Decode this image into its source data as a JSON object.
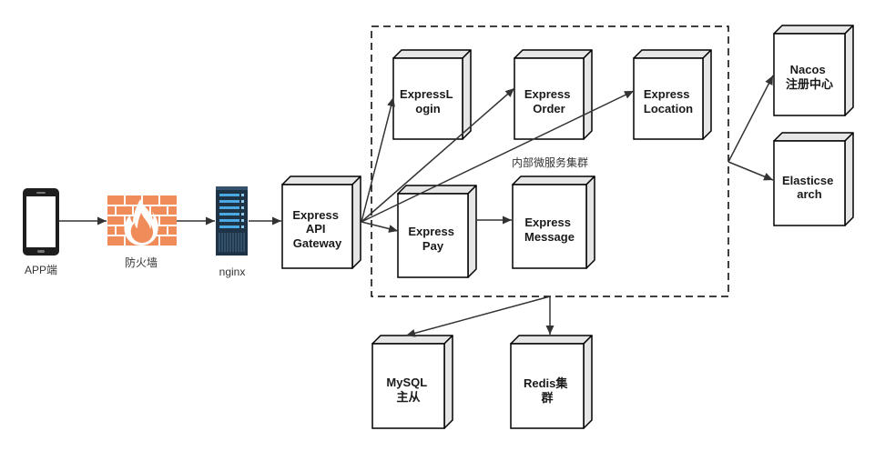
{
  "cluster": {
    "label": "内部微服务集群"
  },
  "nodes": {
    "app": {
      "label": "APP端",
      "icon": "phone-icon"
    },
    "firewall": {
      "label": "防火墙",
      "icon": "firewall-icon"
    },
    "nginx": {
      "label": "nginx",
      "icon": "server-icon"
    },
    "gateway": {
      "lines": [
        "Express",
        "API",
        "Gateway"
      ]
    },
    "login": {
      "lines": [
        "ExpressL",
        "ogin"
      ]
    },
    "order": {
      "lines": [
        "Express",
        "Order"
      ]
    },
    "location": {
      "lines": [
        "Express",
        "Location"
      ]
    },
    "pay": {
      "lines": [
        "Express",
        "Pay"
      ]
    },
    "message": {
      "lines": [
        "Express",
        "Message"
      ]
    },
    "nacos": {
      "lines": [
        "Nacos",
        "注册中心"
      ]
    },
    "elasticsearch": {
      "lines": [
        "Elasticse",
        "arch"
      ]
    },
    "mysql": {
      "lines": [
        "MySQL",
        "主从"
      ]
    },
    "redis": {
      "lines": [
        "Redis集",
        "群"
      ]
    }
  },
  "colors": {
    "box_face": "#FFFFFF",
    "box_side": "#E6E6E6",
    "box_stroke": "#000000",
    "arrow": "#333333",
    "phone": "#1E1E1E",
    "firewall": "#F08C5A",
    "server": "#1F3347",
    "server_accent": "#4BA8E0"
  }
}
